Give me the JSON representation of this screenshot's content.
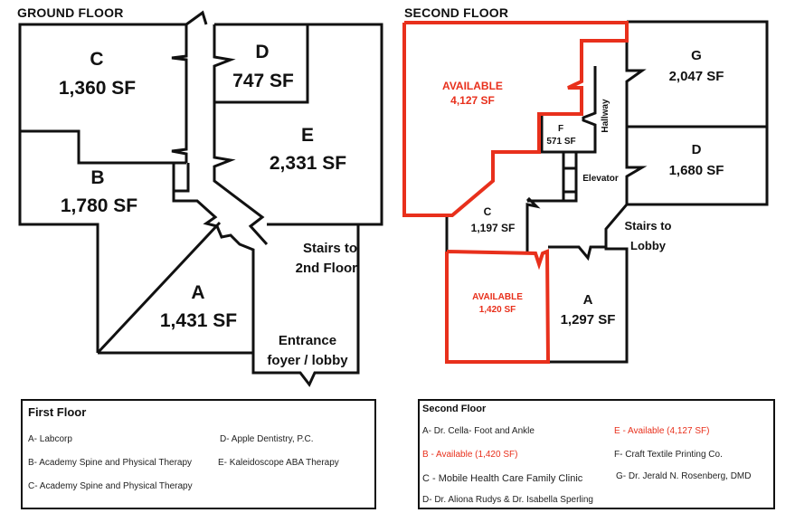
{
  "ground_floor": {
    "title": "GROUND FLOOR",
    "units": [
      {
        "id": "C",
        "letter": "C",
        "area": "1,360 SF"
      },
      {
        "id": "D",
        "letter": "D",
        "area": "747 SF"
      },
      {
        "id": "E",
        "letter": "E",
        "area": "2,331 SF"
      },
      {
        "id": "B",
        "letter": "B",
        "area": "1,780 SF"
      },
      {
        "id": "A",
        "letter": "A",
        "area": "1,431 SF"
      }
    ],
    "stairs_label_1": "Stairs to",
    "stairs_label_2": "2nd Floor",
    "entrance_label_1": "Entrance",
    "entrance_label_2": "foyer / lobby"
  },
  "second_floor": {
    "title": "SECOND FLOOR",
    "available_large": {
      "label": "AVAILABLE",
      "area": "4,127 SF"
    },
    "available_small": {
      "label": "AVAILABLE",
      "area": "1,420 SF"
    },
    "units": [
      {
        "id": "G",
        "letter": "G",
        "area": "2,047 SF"
      },
      {
        "id": "D",
        "letter": "D",
        "area": "1,680 SF"
      },
      {
        "id": "F",
        "letter": "F",
        "area": "571 SF"
      },
      {
        "id": "C",
        "letter": "C",
        "area": "1,197 SF"
      },
      {
        "id": "A",
        "letter": "A",
        "area": "1,297 SF"
      }
    ],
    "hallway_label": "Hallway",
    "elevator_label": "Elevator",
    "stairs_label_1": "Stairs to",
    "stairs_label_2": "Lobby"
  },
  "legend_first": {
    "title": "First Floor",
    "items": [
      "A- Labcorp",
      "B- Academy Spine and Physical Therapy",
      "C- Academy Spine and Physical Therapy",
      "D- Apple Dentistry, P.C.",
      "E- Kaleidoscope ABA Therapy"
    ]
  },
  "legend_second": {
    "title": "Second Floor",
    "items": [
      "A- Dr. Cella- Foot and Ankle",
      "B - Available (1,420 SF)",
      "C - Mobile Health Care Family  Clinic",
      "D- Dr. Aliona Rudys & Dr. Isabella Sperling",
      "E - Available (4,127 SF)",
      "F- Craft Textile Printing Co.",
      "G- Dr. Jerald N. Rosenberg, DMD"
    ]
  },
  "colors": {
    "line": "#111111",
    "available": "#e8301c"
  }
}
